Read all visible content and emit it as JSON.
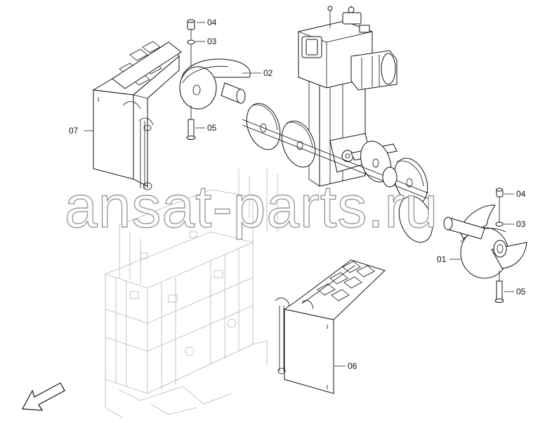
{
  "diagram": {
    "watermark": "ansat-parts.ru",
    "callouts": {
      "top_04": "04",
      "top_03": "03",
      "top_02": "02",
      "top_05": "05",
      "left_07": "07",
      "right_04": "04",
      "right_03": "03",
      "right_01": "01",
      "right_05": "05",
      "bottom_06": "06"
    },
    "icons": {
      "direction_arrow": "arrow-down-left-icon"
    },
    "colors": {
      "line": "#111111",
      "ghost": "#b5b5b5",
      "watermark_outline": "#9a9a9a"
    }
  }
}
